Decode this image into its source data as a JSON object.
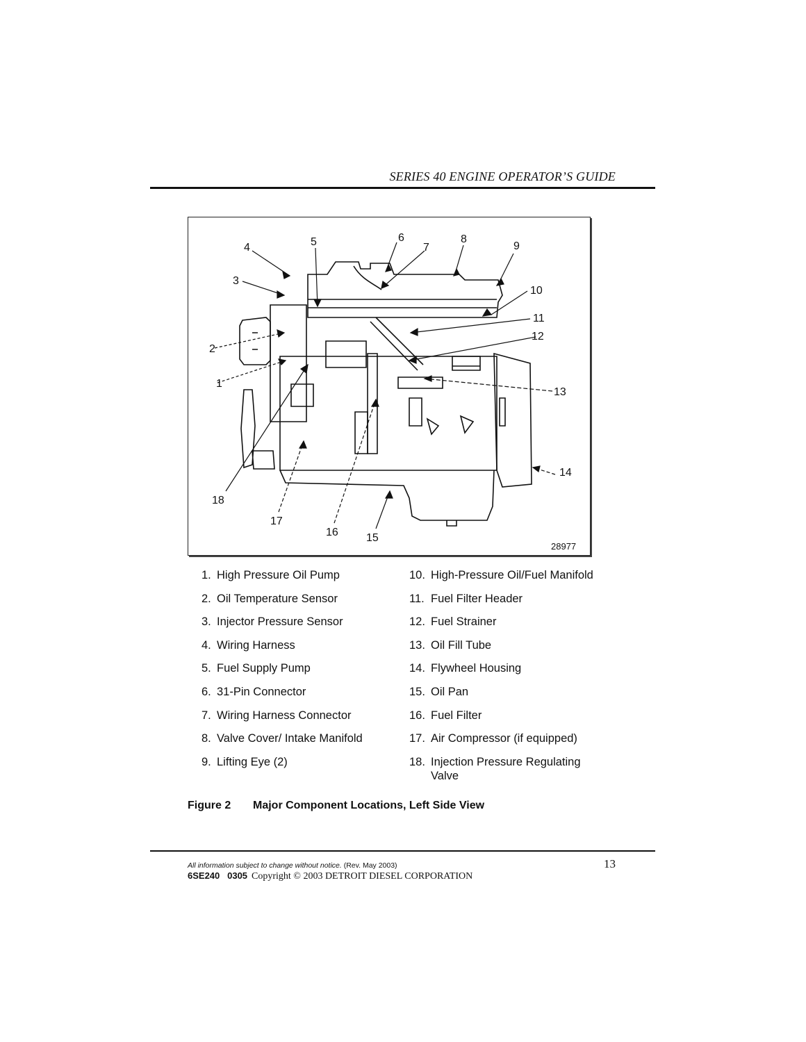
{
  "header": {
    "running_title": "SERIES 40 ENGINE OPERATOR’S GUIDE"
  },
  "figure": {
    "drawing_id": "28977",
    "callouts": [
      "1",
      "2",
      "3",
      "4",
      "5",
      "6",
      "7",
      "8",
      "9",
      "10",
      "11",
      "12",
      "13",
      "14",
      "15",
      "16",
      "17",
      "18"
    ],
    "caption_number": "Figure 2",
    "caption_title": "Major Component Locations, Left Side View"
  },
  "legend": {
    "left": [
      {
        "num": "1.",
        "label": "High Pressure Oil Pump"
      },
      {
        "num": "2.",
        "label": "Oil Temperature Sensor"
      },
      {
        "num": "3.",
        "label": "Injector Pressure Sensor"
      },
      {
        "num": "4.",
        "label": "Wiring Harness"
      },
      {
        "num": "5.",
        "label": "Fuel Supply Pump"
      },
      {
        "num": "6.",
        "label": "31-Pin Connector"
      },
      {
        "num": "7.",
        "label": "Wiring Harness Connector"
      },
      {
        "num": "8.",
        "label": "Valve Cover/ Intake Manifold"
      },
      {
        "num": "9.",
        "label": "Lifting Eye (2)"
      }
    ],
    "right": [
      {
        "num": "10.",
        "label": "High-Pressure Oil/Fuel Manifold"
      },
      {
        "num": "11.",
        "label": "Fuel Filter Header"
      },
      {
        "num": "12.",
        "label": "Fuel Strainer"
      },
      {
        "num": "13.",
        "label": "Oil Fill Tube"
      },
      {
        "num": "14.",
        "label": "Flywheel Housing"
      },
      {
        "num": "15.",
        "label": "Oil Pan"
      },
      {
        "num": "16.",
        "label": "Fuel Filter"
      },
      {
        "num": "17.",
        "label": "Air Compressor (if equipped)"
      },
      {
        "num": "18.",
        "label": "Injection Pressure Regulating Valve"
      }
    ]
  },
  "footer": {
    "notice": "All information subject to change without notice.",
    "revision": "(Rev. May 2003)",
    "doc_code_a": "6SE240",
    "doc_code_b": "0305",
    "copyright": "Copyright © 2003 DETROIT DIESEL CORPORATION",
    "page_number": "13"
  }
}
